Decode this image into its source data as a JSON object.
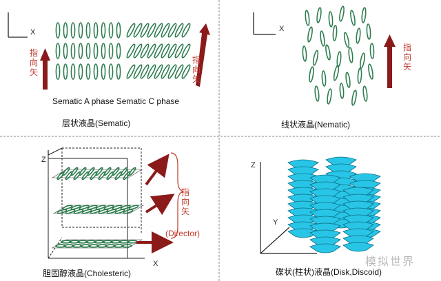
{
  "panels": {
    "smectic": {
      "sub_caption": "Sematic A phase Sematic C phase",
      "caption": "层状液晶(Sematic)",
      "director_label": "指向矢",
      "axis_x": "X"
    },
    "nematic": {
      "caption": "线状液晶(Nematic)",
      "director_label": "指向矢"
    },
    "cholesteric": {
      "caption": "胆固醇液晶(Cholesteric)",
      "director_label": "指向矢",
      "director_en": "(Director)",
      "axis_x": "X",
      "axis_z": "Z"
    },
    "discotic": {
      "caption": "碟状(柱状)液晶(Disk,Discoid)",
      "axis_z": "Z",
      "axis_y": "Y"
    }
  },
  "watermark": "模拟世界",
  "colors": {
    "rod": "#2e7d4f",
    "arrow": "#8b1a1a",
    "disk": "#29c5e6",
    "divider": "#888888"
  }
}
